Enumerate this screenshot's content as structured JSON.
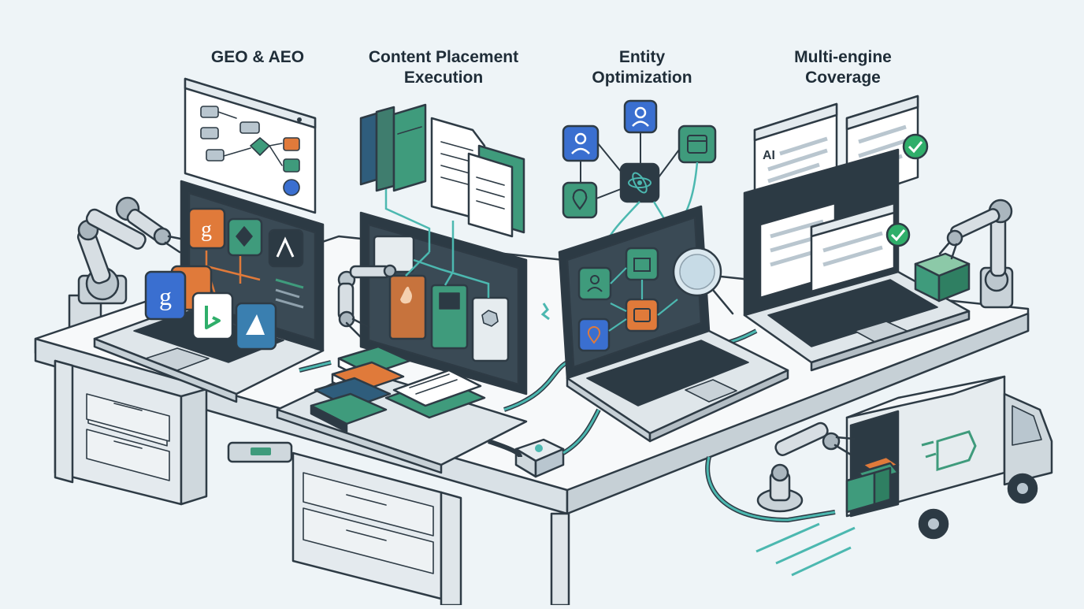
{
  "stations": [
    {
      "title": "GEO & AEO"
    },
    {
      "title": "Content Placement\nExecution"
    },
    {
      "title": "Entity\nOptimization"
    },
    {
      "title": "Multi-engine\nCoverage"
    }
  ],
  "screen_texts": {
    "google_tile": "g",
    "google_tile_small": "g",
    "ai_window": "AI"
  },
  "colors": {
    "background": "#eef4f7",
    "outline": "#2e3b45",
    "desk_top": "#f7f9fa",
    "desk_side": "#d5dde2",
    "screen_dark": "#2c3a44",
    "accent_green": "#3f9b7c",
    "accent_teal": "#4cb8b0",
    "accent_orange": "#e07a3a",
    "accent_blue": "#3a6fd0",
    "check_green": "#2fae6a"
  },
  "icons": [
    "robot-arm-icon",
    "flowchart-icon",
    "google-icon",
    "bing-icon",
    "book-stack-icon",
    "document-icon",
    "user-entity-icon",
    "atom-hub-icon",
    "location-pin-icon",
    "calendar-icon",
    "magnifier-icon",
    "checkmark-icon",
    "delivery-truck-icon",
    "package-icon"
  ]
}
